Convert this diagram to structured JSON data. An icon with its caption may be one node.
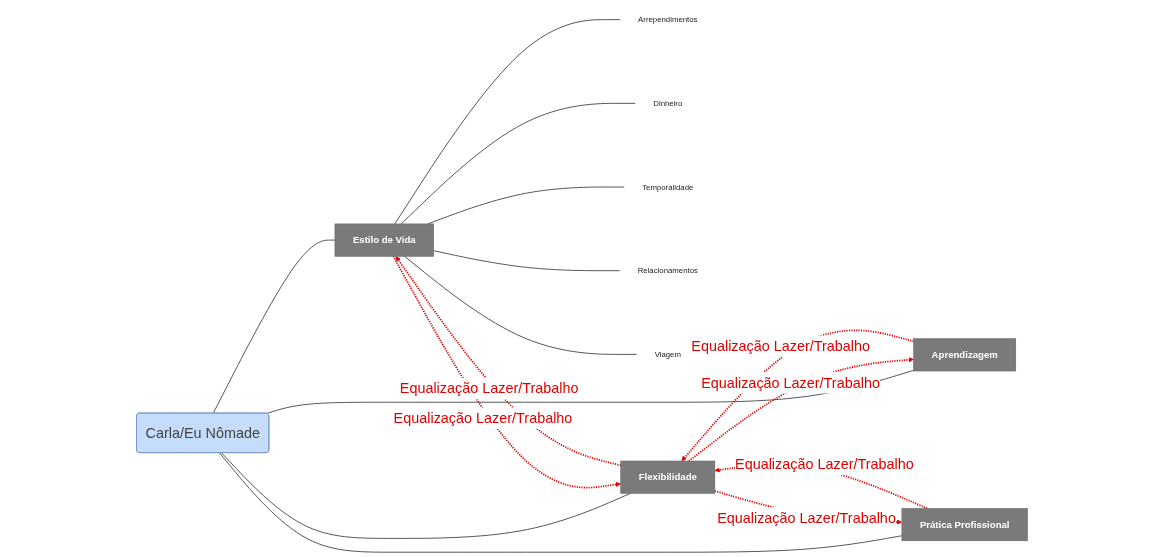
{
  "diagram": {
    "nodes": [
      {
        "text": [
          "Carla/Eu Nômade"
        ]
      },
      {
        "text": [
          "Estilo de Vida"
        ]
      },
      {
        "text": [
          "Arrependimentos"
        ]
      },
      {
        "text": [
          "Dinheiro"
        ]
      },
      {
        "text": [
          "Temporalidade"
        ]
      },
      {
        "text": [
          "Relacionamentos"
        ]
      },
      {
        "text": [
          "Viagem"
        ]
      },
      {
        "text": [
          "Aprendizagem"
        ]
      },
      {
        "text": [
          "Prática Profissional"
        ]
      },
      {
        "text": [
          "Flexibilidade"
        ]
      }
    ],
    "edges": [
      {
        "from": 0,
        "to": 1,
        "arrow": "none"
      },
      {
        "from": 0,
        "to": 7,
        "arrow": "none"
      },
      {
        "from": 0,
        "to": 8,
        "arrow": "none"
      },
      {
        "from": 0,
        "to": 9,
        "arrow": "none"
      },
      {
        "from": 1,
        "to": 2,
        "arrow": "none"
      },
      {
        "from": 1,
        "to": 3,
        "arrow": "none"
      },
      {
        "from": 1,
        "to": 4,
        "arrow": "none"
      },
      {
        "from": 1,
        "to": 5,
        "arrow": "none"
      },
      {
        "from": 1,
        "to": 6,
        "arrow": "none"
      },
      {
        "from": 1,
        "to": 9,
        "arrow": "to",
        "label": "Equalização Lazer/Trabalho",
        "style": "dashed",
        "color": "#e00000"
      },
      {
        "from": 9,
        "to": 1,
        "arrow": "to",
        "label": "Equalização Lazer/Trabalho",
        "style": "dashed",
        "color": "#e00000"
      },
      {
        "from": 7,
        "to": 9,
        "arrow": "to",
        "label": "Equalização Lazer/Trabalho",
        "style": "dashed",
        "color": "#e00000"
      },
      {
        "from": 9,
        "to": 7,
        "arrow": "to",
        "label": "Equalização Lazer/Trabalho",
        "style": "dashed",
        "color": "#e00000"
      },
      {
        "from": 8,
        "to": 9,
        "arrow": "to",
        "label": "Equalização Lazer/Trabalho",
        "style": "dashed",
        "color": "#e00000"
      },
      {
        "from": 9,
        "to": 8,
        "arrow": "to",
        "label": "Equalização Lazer/Trabalho",
        "style": "dashed",
        "color": "#e00000"
      }
    ]
  }
}
